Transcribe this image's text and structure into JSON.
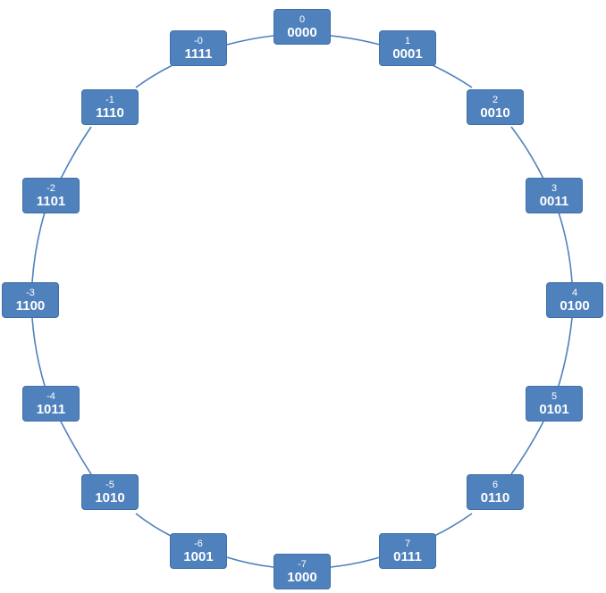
{
  "colors": {
    "box_fill": "#4f81bd",
    "box_border": "#3f6fa8",
    "connector": "#4f81bd",
    "text": "#ffffff",
    "background": "#ffffff"
  },
  "nodes": [
    {
      "decimal": "0",
      "binary": "0000"
    },
    {
      "decimal": "1",
      "binary": "0001"
    },
    {
      "decimal": "2",
      "binary": "0010"
    },
    {
      "decimal": "3",
      "binary": "0011"
    },
    {
      "decimal": "4",
      "binary": "0100"
    },
    {
      "decimal": "5",
      "binary": "0101"
    },
    {
      "decimal": "6",
      "binary": "0110"
    },
    {
      "decimal": "7",
      "binary": "0111"
    },
    {
      "decimal": "-7",
      "binary": "1000"
    },
    {
      "decimal": "-6",
      "binary": "1001"
    },
    {
      "decimal": "-5",
      "binary": "1010"
    },
    {
      "decimal": "-4",
      "binary": "1011"
    },
    {
      "decimal": "-3",
      "binary": "1100"
    },
    {
      "decimal": "-2",
      "binary": "1101"
    },
    {
      "decimal": "-1",
      "binary": "1110"
    },
    {
      "decimal": "-0",
      "binary": "1111"
    }
  ]
}
